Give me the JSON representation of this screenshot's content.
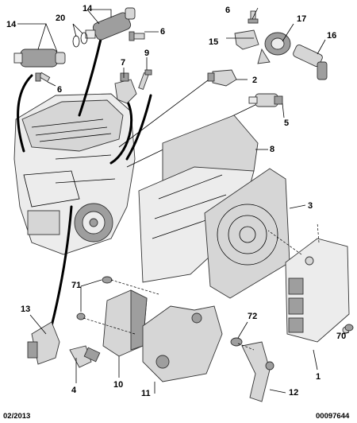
{
  "callouts": {
    "n1": "1",
    "n2": "2",
    "n3": "3",
    "n4": "4",
    "n5": "5",
    "n6a": "6",
    "n6b": "6",
    "n6c": "6",
    "n7": "7",
    "n8": "8",
    "n9": "9",
    "n10": "10",
    "n11": "11",
    "n12": "12",
    "n13": "13",
    "n14a": "14",
    "n14b": "14",
    "n15": "15",
    "n16": "16",
    "n17": "17",
    "n20": "20",
    "n70": "70",
    "n71": "71",
    "n72": "72"
  },
  "footer": {
    "date": "02/2013",
    "reference": "00097644"
  }
}
